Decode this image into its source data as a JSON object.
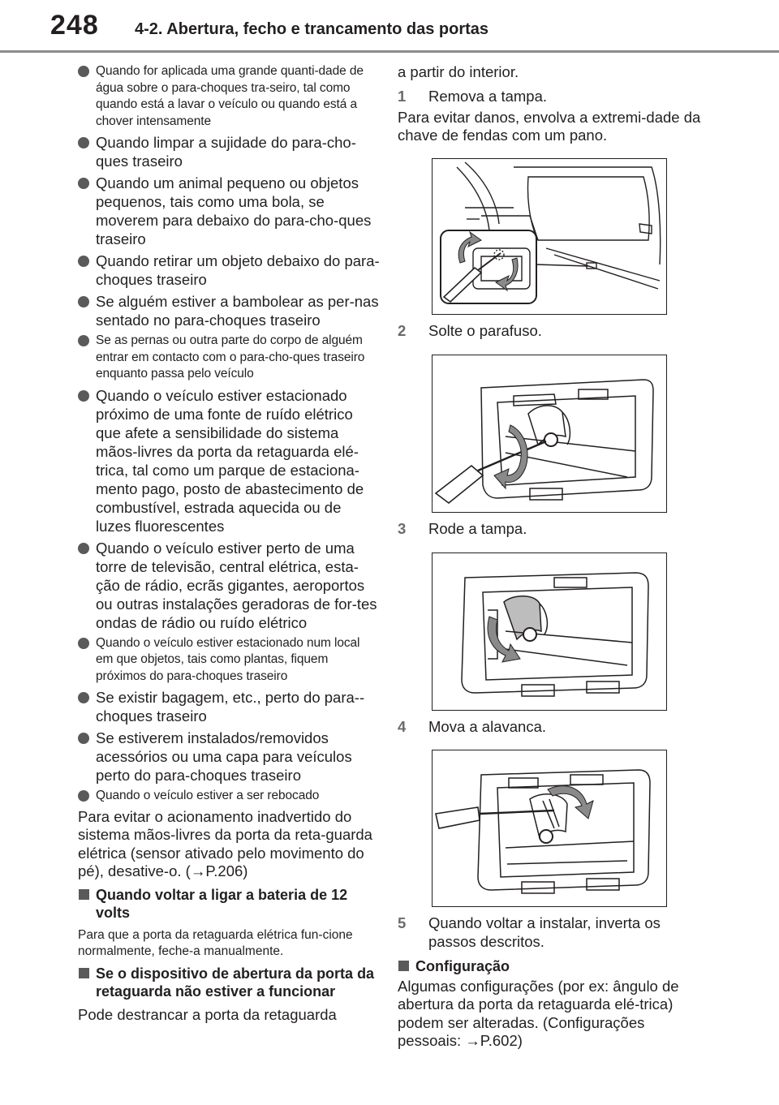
{
  "header": {
    "page_number": "248",
    "section_title": "4-2. Abertura, fecho e trancamento das portas"
  },
  "left": {
    "bullets": [
      {
        "text": "Quando for aplicada uma grande quanti-dade de água sobre o para-choques tra-seiro, tal como quando está a lavar o veículo ou quando está a chover intensamente",
        "small": true
      },
      {
        "text": "Quando limpar a sujidade do para-cho-ques traseiro",
        "small": false
      },
      {
        "text": "Quando um animal pequeno ou objetos pequenos, tais como uma bola, se moverem para debaixo do para-cho-ques traseiro",
        "small": false
      },
      {
        "text": "Quando retirar um objeto debaixo do para-choques traseiro",
        "small": false
      },
      {
        "text": "Se alguém estiver a bambolear as per-nas sentado no para-choques traseiro",
        "small": false
      },
      {
        "text": "Se as pernas ou outra parte do corpo de alguém entrar em contacto com o para-cho-ques traseiro enquanto passa pelo veículo",
        "small": true
      },
      {
        "text": "Quando o veículo estiver estacionado próximo de uma fonte de ruído elétrico que afete a sensibilidade do sistema mãos-livres da porta da retaguarda elé-trica, tal como um parque de estaciona-mento pago, posto de abastecimento de combustível, estrada aquecida ou de luzes fluorescentes",
        "small": false
      },
      {
        "text": "Quando o veículo estiver perto de uma torre de televisão, central elétrica, esta-ção de rádio, ecrãs gigantes, aeroportos ou outras instalações geradoras de for-tes ondas de rádio ou ruído elétrico",
        "small": false
      },
      {
        "text": "Quando o veículo estiver estacionado num local em que objetos, tais como plantas, fiquem próximos do para-choques traseiro",
        "small": true
      },
      {
        "text": "Se existir bagagem, etc., perto do para--choques traseiro",
        "small": false
      },
      {
        "text": "Se estiverem instalados/removidos acessórios ou uma capa para veículos perto do para-choques traseiro",
        "small": false
      },
      {
        "text": "Quando o veículo estiver a ser rebocado",
        "small": true
      }
    ],
    "disable_paragraph": "Para evitar o acionamento inadvertido do sistema mãos-livres da porta da reta-guarda elétrica (sensor ativado pelo movimento do pé), desative-o. (→P.206)",
    "battery_heading": "Quando voltar a ligar a bateria de 12 volts",
    "battery_text": "Para que a porta da retaguarda elétrica fun-cione normalmente, feche-a manualmente.",
    "opener_heading": "Se o dispositivo de abertura da porta da retaguarda não estiver a funcionar",
    "opener_text": "Pode destrancar a porta da retaguarda"
  },
  "right": {
    "intro": "a partir do interior.",
    "steps": [
      {
        "num": "1",
        "text": "Remova a tampa."
      },
      {
        "num": "2",
        "text": "Solte o parafuso."
      },
      {
        "num": "3",
        "text": "Rode a tampa."
      },
      {
        "num": "4",
        "text": "Mova a alavanca."
      },
      {
        "num": "5",
        "text": "Quando voltar a instalar, inverta os passos descritos."
      }
    ],
    "step1_note": "Para evitar danos, envolva a extremi-dade da chave de fendas com um pano.",
    "config_heading": "Configuração",
    "config_text": "Algumas configurações (por ex: ângulo de abertura da porta da retaguarda elé-trica) podem ser alteradas. (Configurações pessoais: →P.602)"
  },
  "icons": {
    "bullet": "circle-bullet-icon",
    "subhead": "square-bullet-icon"
  },
  "colors": {
    "text": "#231f20",
    "bullet": "#5a5a5a",
    "step_number": "#6b6b6b",
    "arrow": "#6b6b6b"
  }
}
